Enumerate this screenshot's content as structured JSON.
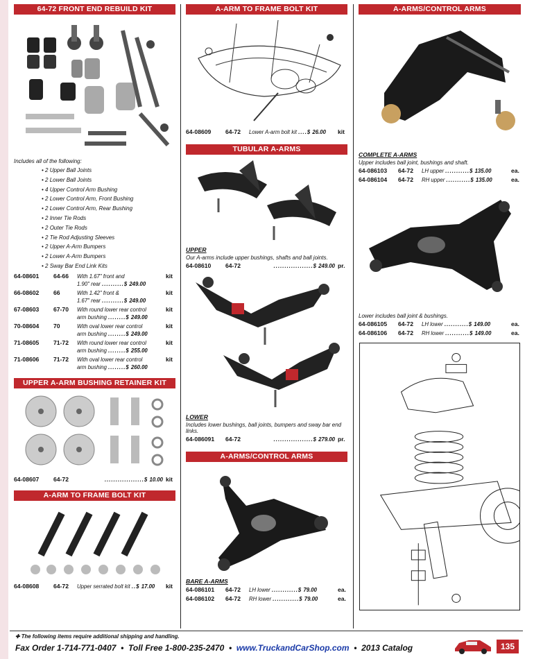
{
  "col1": {
    "kit_header": "64-72 FRONT END REBUILD KIT",
    "includes_intro": "Includes all of the following:",
    "includes": [
      "2 Upper Ball Joints",
      "2 Lower Ball Joints",
      "4 Upper Control Arm Bushing",
      "2 Lower Control Arm, Front Bushing",
      "2 Lower Control Arm, Rear Bushing",
      "2 Inner Tie Rods",
      "2 Outer Tie Rods",
      "2 Tie Rod Adjusting Sleeves",
      "2 Upper A-Arm Bumpers",
      "2 Lower A-Arm Bumpers",
      "2 Sway Bar End Link Kits"
    ],
    "kit_rows": [
      {
        "pno": "64-08601",
        "yrs": "64-66",
        "d1": "With 1.67\" front and",
        "d2": "1.90\" rear",
        "price": "249.00",
        "unit": "kit"
      },
      {
        "pno": "66-08602",
        "yrs": "66",
        "d1": "With 1.42\" front &",
        "d2": "1.67\" rear",
        "price": "249.00",
        "unit": "kit"
      },
      {
        "pno": "67-08603",
        "yrs": "67-70",
        "d1": "With round lower rear control",
        "d2": "arm bushing",
        "price": "249.00",
        "unit": "kit"
      },
      {
        "pno": "70-08604",
        "yrs": "70",
        "d1": "With oval lower rear control",
        "d2": "arm bushing",
        "price": "249.00",
        "unit": "kit"
      },
      {
        "pno": "71-08605",
        "yrs": "71-72",
        "d1": "With round lower rear control",
        "d2": "arm bushing",
        "price": "255.00",
        "unit": "kit"
      },
      {
        "pno": "71-08606",
        "yrs": "71-72",
        "d1": "With oval lower rear control",
        "d2": "arm bushing",
        "price": "260.00",
        "unit": "kit"
      }
    ],
    "retainer_header": "UPPER A-ARM BUSHING RETAINER KIT",
    "retainer_row": {
      "pno": "64-08607",
      "yrs": "64-72",
      "price": "10.00",
      "unit": "kit"
    },
    "bolt_header": "A-ARM TO FRAME BOLT KIT",
    "bolt_row": {
      "pno": "64-08608",
      "yrs": "64-72",
      "desc": "Upper serrated bolt kit",
      "price": "17.00",
      "unit": "kit"
    }
  },
  "col2": {
    "bolt_header": "A-ARM TO FRAME BOLT KIT",
    "bolt_row": {
      "pno": "64-08609",
      "yrs": "64-72",
      "desc": "Lower A-arm bolt kit",
      "price": "26.00",
      "unit": "kit"
    },
    "tubular_header": "TUBULAR A-ARMS",
    "upper_title": "UPPER",
    "upper_note": "Our A-arms include upper bushings, shafts and ball joints.",
    "upper_row": {
      "pno": "64-08610",
      "yrs": "64-72",
      "price": "249.00",
      "unit": "pr."
    },
    "lower_title": "LOWER",
    "lower_note": "Includes lower bushings, ball joints, bumpers and sway bar end links.",
    "lower_row": {
      "pno": "64-086091",
      "yrs": "64-72",
      "price": "279.00",
      "unit": "pr."
    },
    "arms_header": "A-ARMS/CONTROL ARMS",
    "bare_title": "BARE A-ARMS",
    "bare_rows": [
      {
        "pno": "64-086101",
        "yrs": "64-72",
        "desc": "LH lower",
        "price": "79.00",
        "unit": "ea."
      },
      {
        "pno": "64-086102",
        "yrs": "64-72",
        "desc": "RH lower",
        "price": "79.00",
        "unit": "ea."
      }
    ]
  },
  "col3": {
    "arms_header": "A-ARMS/CONTROL ARMS",
    "complete_title": "COMPLETE A-ARMS",
    "complete_note": "Upper includes ball joint, bushings and shaft.",
    "upper_rows": [
      {
        "pno": "64-086103",
        "yrs": "64-72",
        "desc": "LH upper",
        "price": "135.00",
        "unit": "ea."
      },
      {
        "pno": "64-086104",
        "yrs": "64-72",
        "desc": "RH upper",
        "price": "135.00",
        "unit": "ea."
      }
    ],
    "lower_note": "Lower includes ball joint & bushings.",
    "lower_rows": [
      {
        "pno": "64-086105",
        "yrs": "64-72",
        "desc": "LH lower",
        "price": "149.00",
        "unit": "ea."
      },
      {
        "pno": "64-086106",
        "yrs": "64-72",
        "desc": "RH lower",
        "price": "149.00",
        "unit": "ea."
      }
    ]
  },
  "footer": {
    "note": "The following items require additional shipping and handling.",
    "fax": "Fax Order  1-714-771-0407",
    "sep": "•",
    "toll": "Toll Free  1-800-235-2470",
    "url": "www.TruckandCarShop.com",
    "catalog": "2013 Catalog",
    "page": "135"
  },
  "colors": {
    "header_red": "#c0282d",
    "url_blue": "#1a3aa8",
    "strip": "#f4e3e6"
  }
}
